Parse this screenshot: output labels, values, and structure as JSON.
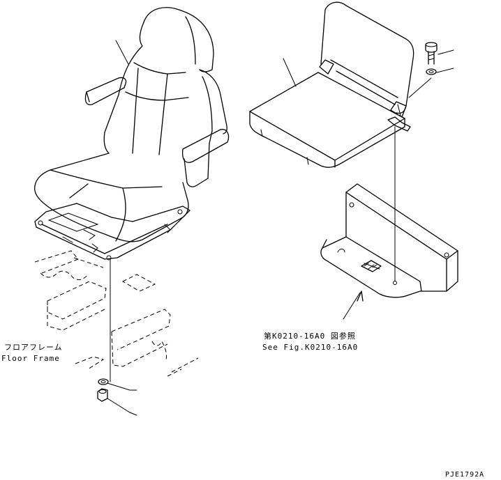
{
  "callouts": {
    "floor_frame_jp": "フロアフレーム",
    "floor_frame_en": "Floor Frame",
    "see_fig_jp": "第K0210-16A0 図参照",
    "see_fig_en": "See Fig.K0210-16A0"
  },
  "drawing_code": "PJE1792A"
}
